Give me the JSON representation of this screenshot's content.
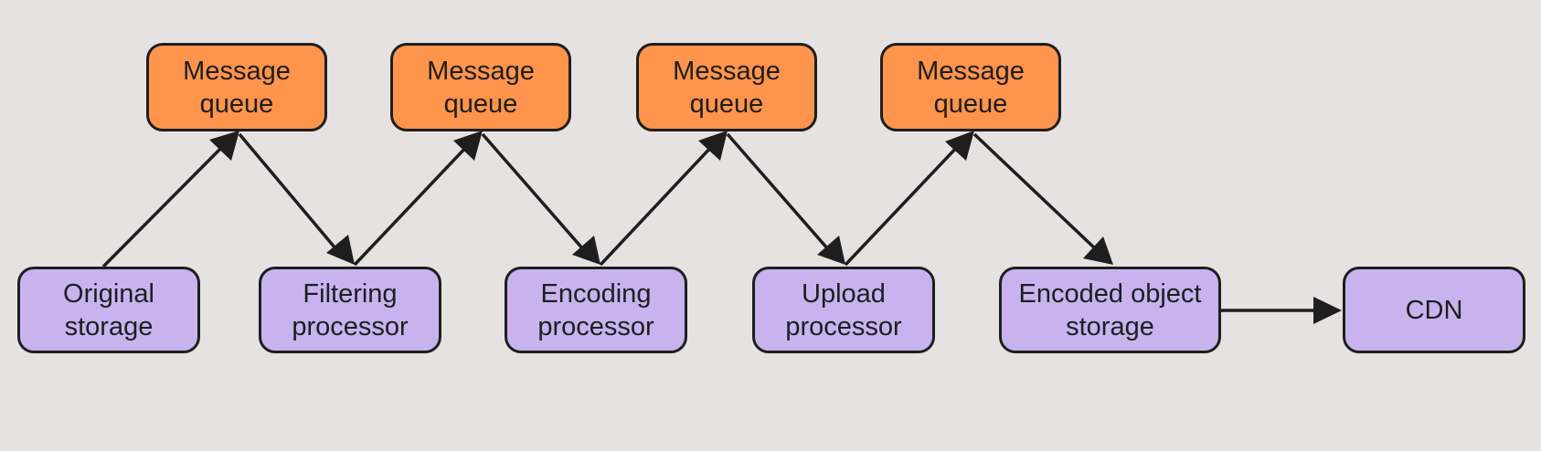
{
  "diagram": {
    "colors": {
      "background": "#e5e2e1",
      "queue_fill": "#ff944d",
      "processor_fill": "#c8b3ef",
      "stroke": "#1e1e1e"
    },
    "queues": [
      {
        "id": "q1",
        "label": "Message\nqueue"
      },
      {
        "id": "q2",
        "label": "Message\nqueue"
      },
      {
        "id": "q3",
        "label": "Message\nqueue"
      },
      {
        "id": "q4",
        "label": "Message\nqueue"
      }
    ],
    "stages": [
      {
        "id": "original_storage",
        "label": "Original\nstorage"
      },
      {
        "id": "filtering_processor",
        "label": "Filtering\nprocessor"
      },
      {
        "id": "encoding_processor",
        "label": "Encoding\nprocessor"
      },
      {
        "id": "upload_processor",
        "label": "Upload\nprocessor"
      },
      {
        "id": "encoded_object_storage",
        "label": "Encoded object\nstorage"
      },
      {
        "id": "cdn",
        "label": "CDN"
      }
    ],
    "edges": [
      {
        "from": "original_storage",
        "to": "q1"
      },
      {
        "from": "q1",
        "to": "filtering_processor"
      },
      {
        "from": "filtering_processor",
        "to": "q2"
      },
      {
        "from": "q2",
        "to": "encoding_processor"
      },
      {
        "from": "encoding_processor",
        "to": "q3"
      },
      {
        "from": "q3",
        "to": "upload_processor"
      },
      {
        "from": "upload_processor",
        "to": "q4"
      },
      {
        "from": "q4",
        "to": "encoded_object_storage"
      },
      {
        "from": "encoded_object_storage",
        "to": "cdn"
      }
    ]
  }
}
